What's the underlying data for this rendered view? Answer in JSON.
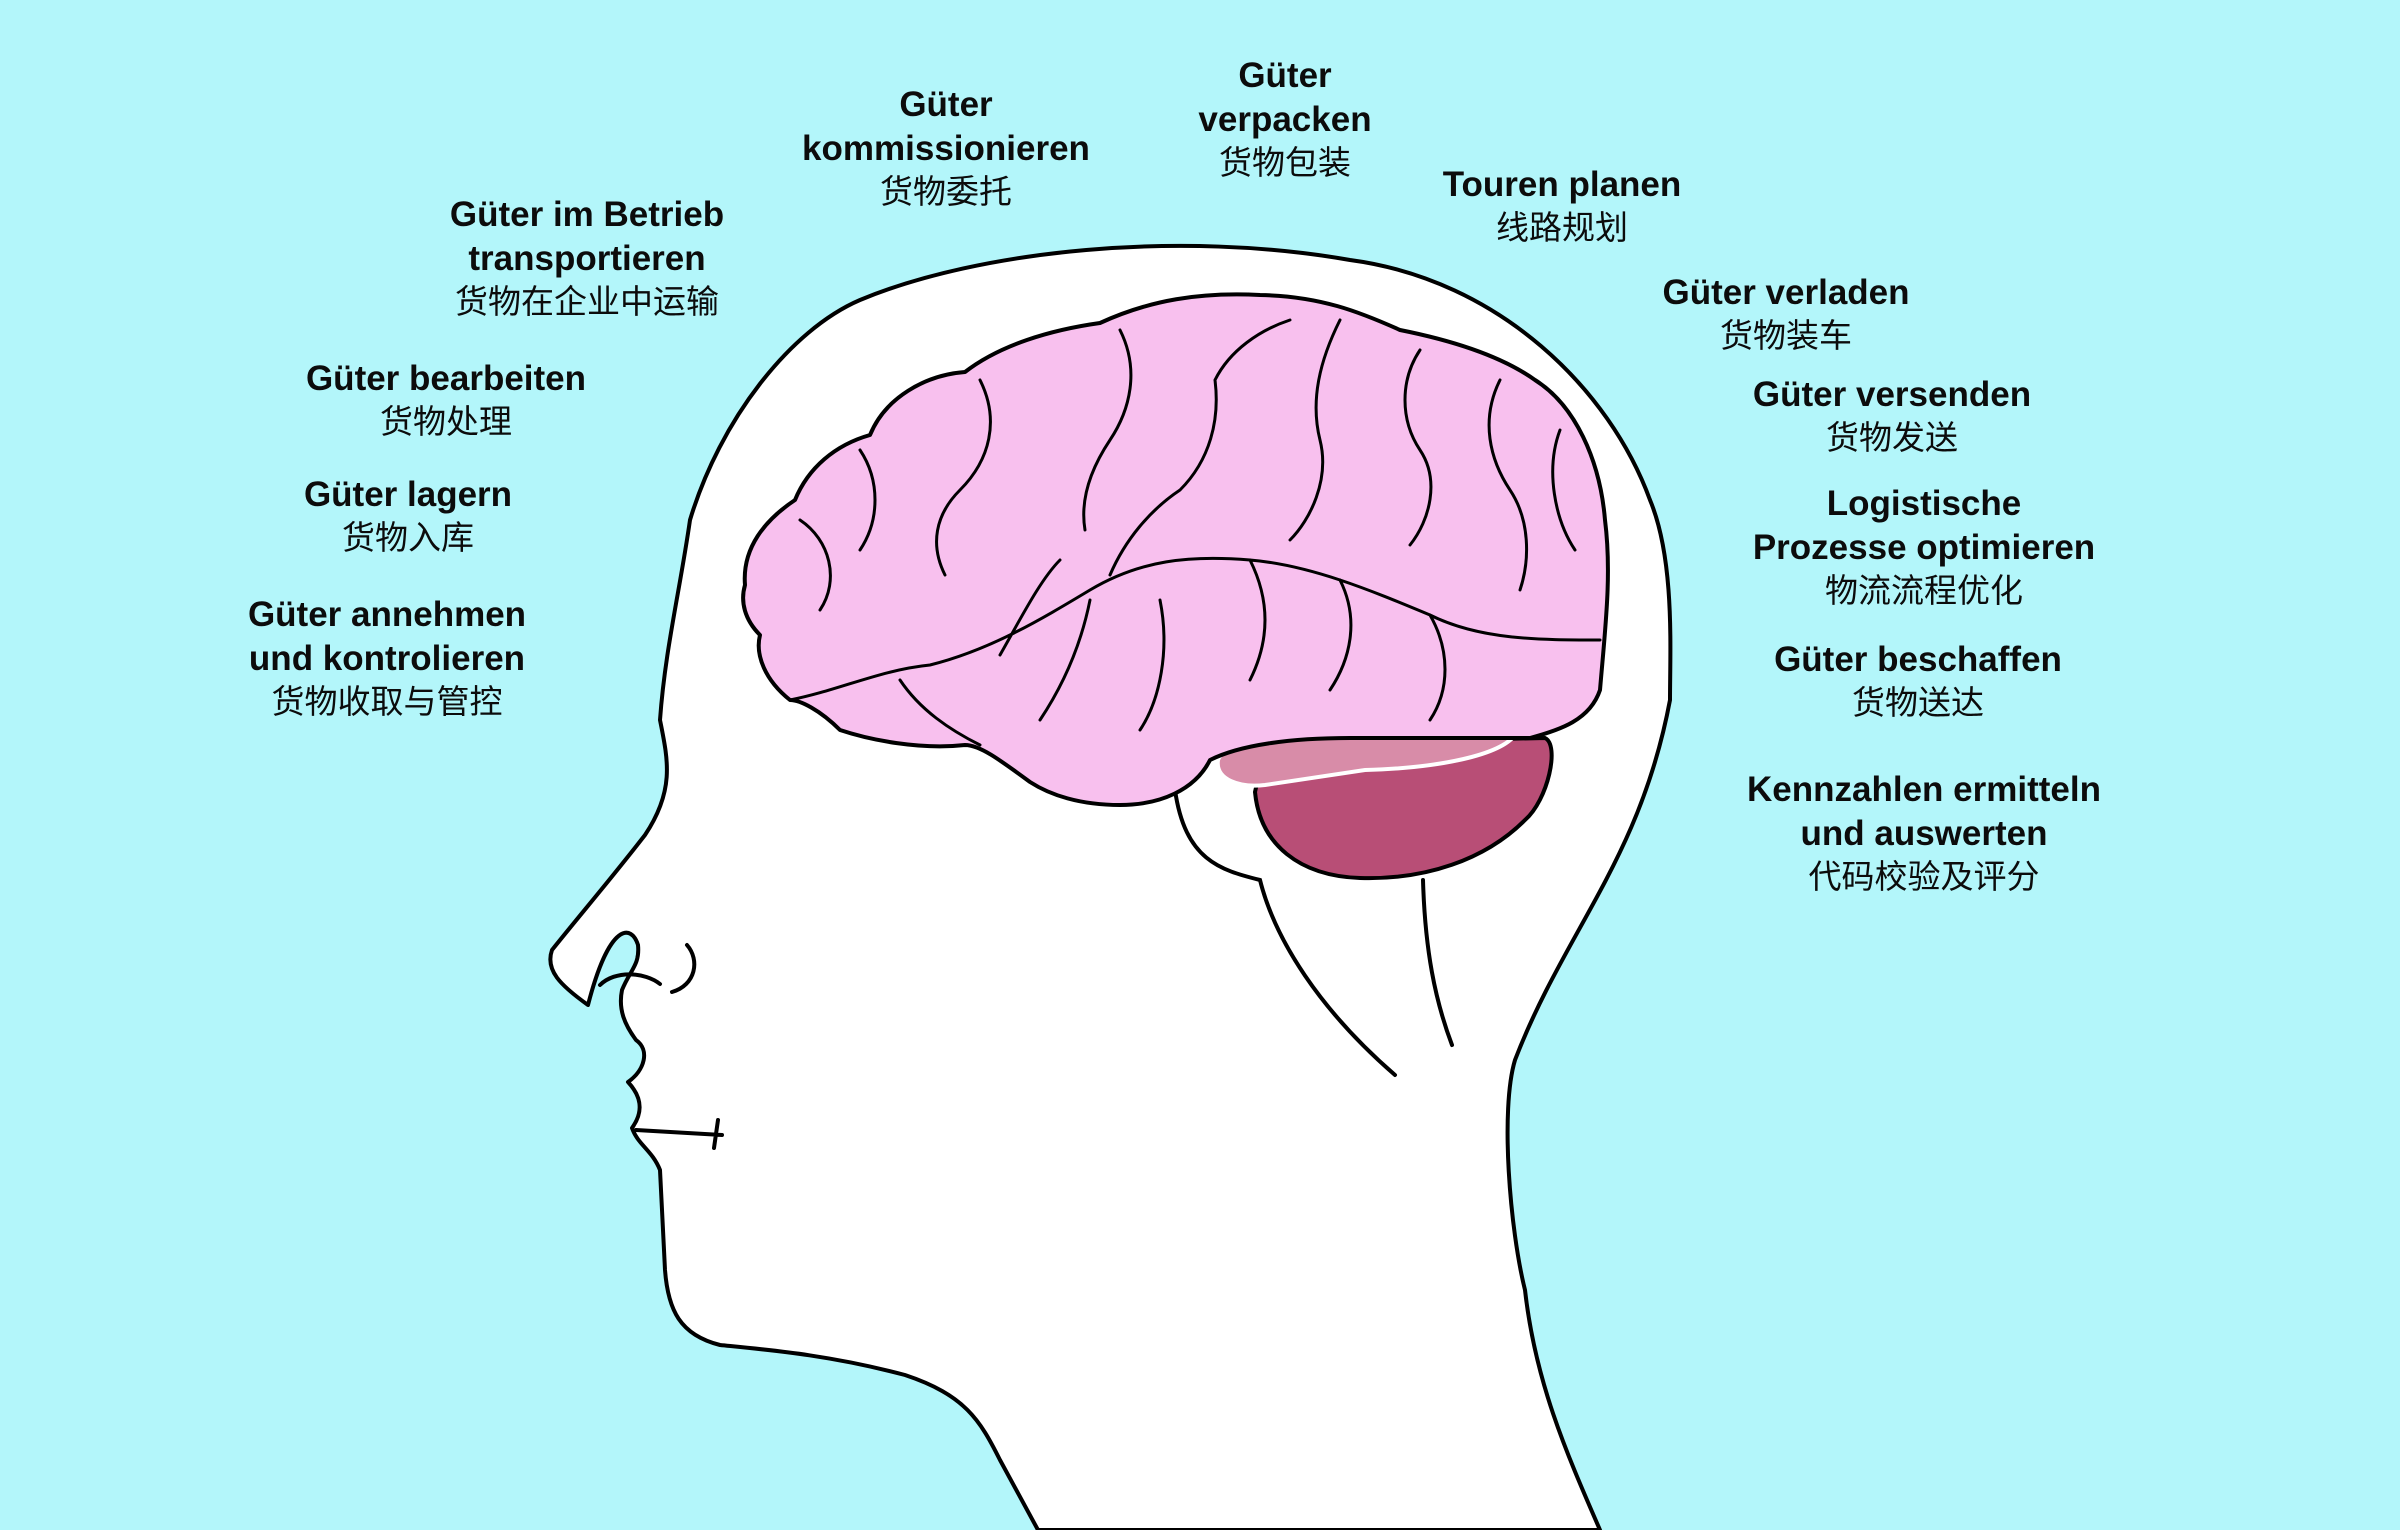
{
  "labels": [
    {
      "id": "kommissionieren",
      "de": [
        "Güter",
        "kommissionieren"
      ],
      "zh": "货物委托"
    },
    {
      "id": "verpacken",
      "de": [
        "Güter",
        "verpacken"
      ],
      "zh": "货物包装"
    },
    {
      "id": "touren",
      "de": [
        "Touren planen"
      ],
      "zh": "线路规划"
    },
    {
      "id": "transportieren",
      "de": [
        "Güter im Betrieb",
        "transportieren"
      ],
      "zh": "货物在企业中运输"
    },
    {
      "id": "verladen",
      "de": [
        "Güter verladen"
      ],
      "zh": "货物装车"
    },
    {
      "id": "bearbeiten",
      "de": [
        "Güter bearbeiten"
      ],
      "zh": "货物处理"
    },
    {
      "id": "versenden",
      "de": [
        "Güter versenden"
      ],
      "zh": "货物发送"
    },
    {
      "id": "lagern",
      "de": [
        "Güter lagern"
      ],
      "zh": "货物入库"
    },
    {
      "id": "optimieren",
      "de": [
        "Logistische",
        "Prozesse optimieren"
      ],
      "zh": "物流流程优化"
    },
    {
      "id": "annehmen",
      "de": [
        "Güter annehmen",
        "und kontrolieren"
      ],
      "zh": "货物收取与管控"
    },
    {
      "id": "beschaffen",
      "de": [
        "Güter beschaffen"
      ],
      "zh": "货物送达"
    },
    {
      "id": "kennzahlen",
      "de": [
        "Kennzahlen ermitteln",
        "und auswerten"
      ],
      "zh": "代码校验及评分"
    }
  ],
  "colors": {
    "background": "#b3f6fa",
    "head": "#ffffff",
    "outline": "#000000",
    "cerebrum": "#f8c0ee",
    "cerebellum": "#b84e76",
    "cerebellum_top": "#d88ca8",
    "text": "#0c0c0c"
  },
  "icons": [
    "head-silhouette",
    "brain-cerebrum",
    "brain-cerebellum",
    "brain-stem"
  ]
}
